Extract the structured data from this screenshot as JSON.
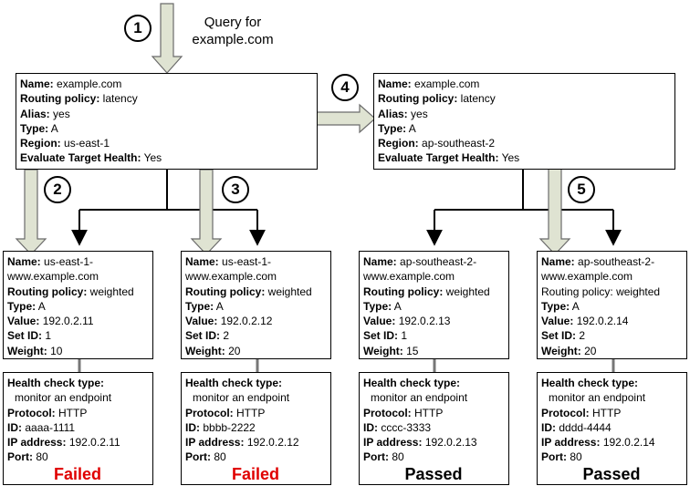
{
  "query": {
    "line1": "Query for",
    "line2": "example.com"
  },
  "steps": [
    "1",
    "2",
    "3",
    "4",
    "5"
  ],
  "labels": {
    "name": "Name:",
    "routing_policy": "Routing policy:",
    "alias": "Alias:",
    "type": "Type:",
    "region": "Region:",
    "evaluate_target_health": "Evaluate Target Health:",
    "value": "Value:",
    "set_id": "Set ID:",
    "weight": "Weight:",
    "health_check_type": "Health check type:",
    "protocol": "Protocol:",
    "id": "ID:",
    "ip_address": "IP address:",
    "port": "Port:"
  },
  "alias_records": [
    {
      "name": "example.com",
      "routing_policy": "latency",
      "alias": "yes",
      "type": "A",
      "region": "us-east-1",
      "evaluate_target_health": "Yes"
    },
    {
      "name": "example.com",
      "routing_policy": "latency",
      "alias": "yes",
      "type": "A",
      "region": "ap-southeast-2",
      "evaluate_target_health": "Yes"
    }
  ],
  "weighted_records": [
    {
      "name_line1": "us-east-1-",
      "name_line2": "www.example.com",
      "routing_policy": "weighted",
      "type": "A",
      "value": "192.0.2.11",
      "set_id": "1",
      "weight": "10"
    },
    {
      "name_line1": "us-east-1-",
      "name_line2": "www.example.com",
      "routing_policy": "weighted",
      "type": "A",
      "value": "192.0.2.12",
      "set_id": "2",
      "weight": "20"
    },
    {
      "name_line1": "ap-southeast-2-",
      "name_line2": "www.example.com",
      "routing_policy": "weighted",
      "type": "A",
      "value": "192.0.2.13",
      "set_id": "1",
      "weight": "15"
    },
    {
      "name_line1": "ap-southeast-2-",
      "name_line2": "www.example.com",
      "routing_policy": "weighted",
      "type": "A",
      "value": "192.0.2.14",
      "set_id": "2",
      "weight": "20"
    }
  ],
  "health_checks": [
    {
      "type": "monitor an endpoint",
      "protocol": "HTTP",
      "id": "aaaa-1111",
      "ip_address": "192.0.2.11",
      "port": "80",
      "status": "Failed",
      "status_color": "#e00000"
    },
    {
      "type": "monitor an endpoint",
      "protocol": "HTTP",
      "id": "bbbb-2222",
      "ip_address": "192.0.2.12",
      "port": "80",
      "status": "Failed",
      "status_color": "#e00000"
    },
    {
      "type": "monitor an endpoint",
      "protocol": "HTTP",
      "id": "cccc-3333",
      "ip_address": "192.0.2.13",
      "port": "80",
      "status": "Passed",
      "status_color": "#000000"
    },
    {
      "type": "monitor an endpoint",
      "protocol": "HTTP",
      "id": "dddd-4444",
      "ip_address": "192.0.2.14",
      "port": "80",
      "status": "Passed",
      "status_color": "#000000"
    }
  ],
  "colors": {
    "flow_arrow_fill": "#dfe3d2",
    "flow_arrow_stroke": "#6b6b6b",
    "connector": "#000000"
  }
}
